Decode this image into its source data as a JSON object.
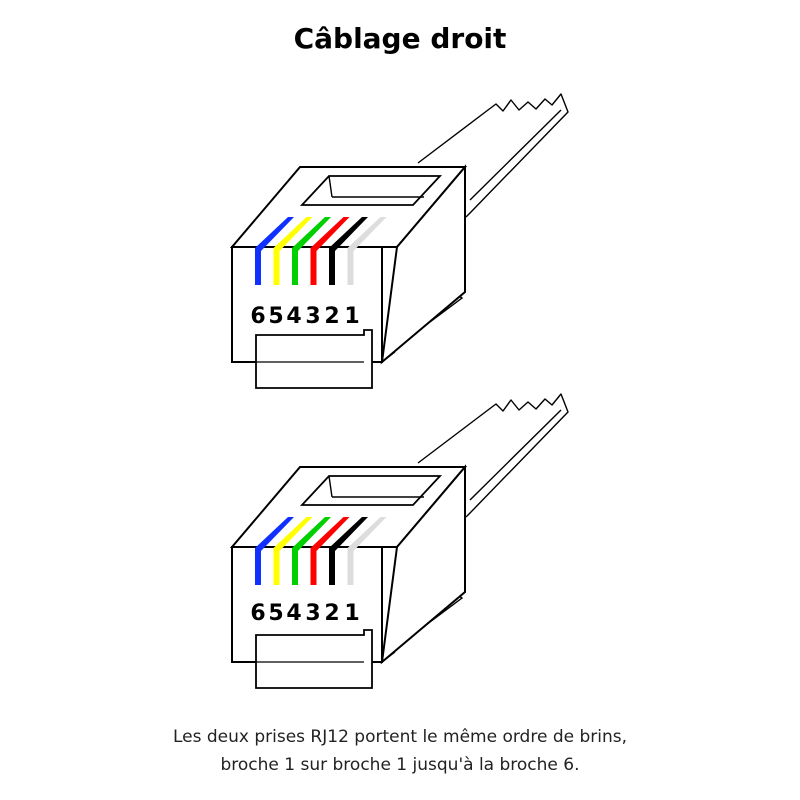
{
  "title": "Câblage droit",
  "caption": {
    "line1": "Les deux prises RJ12 portent le même ordre de brins,",
    "line2": "broche 1 sur broche 1 jusqu'à la broche 6."
  },
  "pin_labels": [
    "6",
    "5",
    "4",
    "3",
    "2",
    "1"
  ],
  "wire_colors": [
    "#1030ff",
    "#ffff00",
    "#00d000",
    "#ff0000",
    "#000000",
    "#dddddd"
  ]
}
